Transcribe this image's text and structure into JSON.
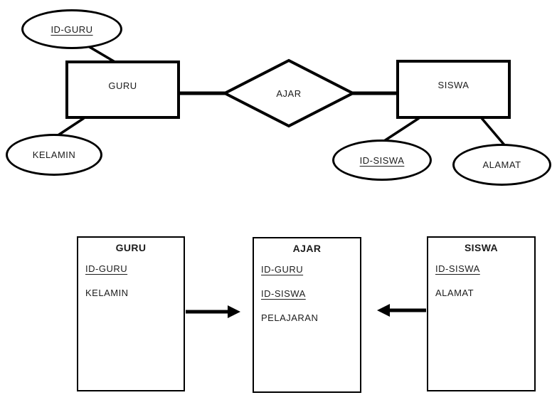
{
  "colors": {
    "stroke": "#000000",
    "text": "#1c1c1c",
    "background": "#ffffff"
  },
  "er_diagram": {
    "entities": [
      {
        "name": "GURU"
      },
      {
        "name": "SISWA"
      }
    ],
    "relationship": {
      "name": "AJAR"
    },
    "attributes": [
      {
        "label": "ID-GURU",
        "underlined": true,
        "owner": "GURU"
      },
      {
        "label": "KELAMIN",
        "underlined": false,
        "owner": "GURU"
      },
      {
        "label": "ID-SISWA",
        "underlined": true,
        "owner": "SISWA"
      },
      {
        "label": "ALAMAT",
        "underlined": false,
        "owner": "SISWA"
      }
    ]
  },
  "schema_tables": [
    {
      "title": "GURU",
      "fields": [
        {
          "label": "ID-GURU",
          "underlined": true
        },
        {
          "label": "KELAMIN",
          "underlined": false
        }
      ]
    },
    {
      "title": "AJAR",
      "fields": [
        {
          "label": "ID-GURU",
          "underlined": true
        },
        {
          "label": "ID-SISWA",
          "underlined": true
        },
        {
          "label": "PELAJARAN",
          "underlined": false
        }
      ]
    },
    {
      "title": "SISWA",
      "fields": [
        {
          "label": "ID-SISWA",
          "underlined": true
        },
        {
          "label": "ALAMAT",
          "underlined": false
        }
      ]
    }
  ]
}
